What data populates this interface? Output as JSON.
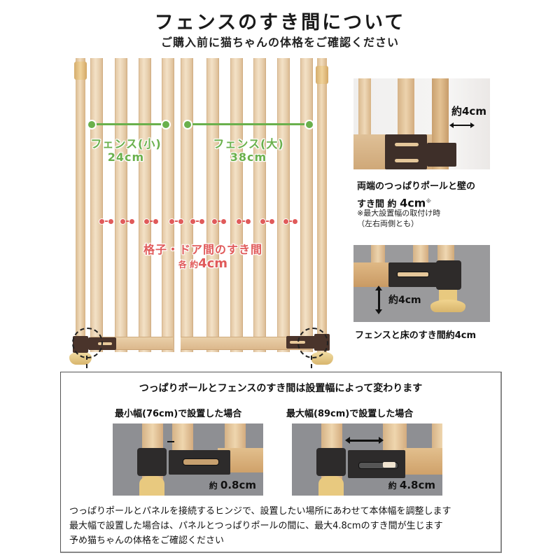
{
  "header": {
    "title": "フェンスのすき間について",
    "subtitle": "ご購入前に猫ちゃんの体格をご確認ください"
  },
  "fence_diagram": {
    "small_fence": {
      "label": "フェンス(小)",
      "value": "24cm"
    },
    "large_fence": {
      "label": "フェンス(大)",
      "value": "38cm"
    },
    "slat_gap": {
      "label": "格子・ドア間のすき間",
      "prefix": "各 約",
      "value": "4cm"
    },
    "colors": {
      "green": "#6ab04c",
      "red": "#e05a5a",
      "bracket": "#4a342b"
    }
  },
  "side_notes": {
    "wall_gap": {
      "photo_label": "約4cm",
      "line1": "両端のつっぱりポールと壁の",
      "line2_prefix": "すき間 約 ",
      "line2_value": "4cm",
      "footnote_mark": "※",
      "note_line1": "※最大設置幅の取付け時",
      "note_line2": "（左右両側とも）"
    },
    "floor_gap": {
      "photo_label": "約4cm",
      "caption": "フェンスと床のすき間約4cm"
    }
  },
  "comparison": {
    "title": "つっぱりポールとフェンスのすき間は設置幅によって変わります",
    "cases": [
      {
        "label": "最小幅(76cm)で設置した場合",
        "gap_prefix": "約 ",
        "gap_value": "0.8cm"
      },
      {
        "label": "最大幅(89cm)で設置した場合",
        "gap_prefix": "約 ",
        "gap_value": "4.8cm"
      }
    ],
    "description": [
      "つっぱりポールとパネルを接続するヒンジで、設置したい場所にあわせて本体幅を調整します",
      "最大幅で設置した場合は、パネルとつっぱりポールの間に、最大4.8cmのすき間が生じます",
      "予め猫ちゃんの体格をご確認ください"
    ]
  }
}
